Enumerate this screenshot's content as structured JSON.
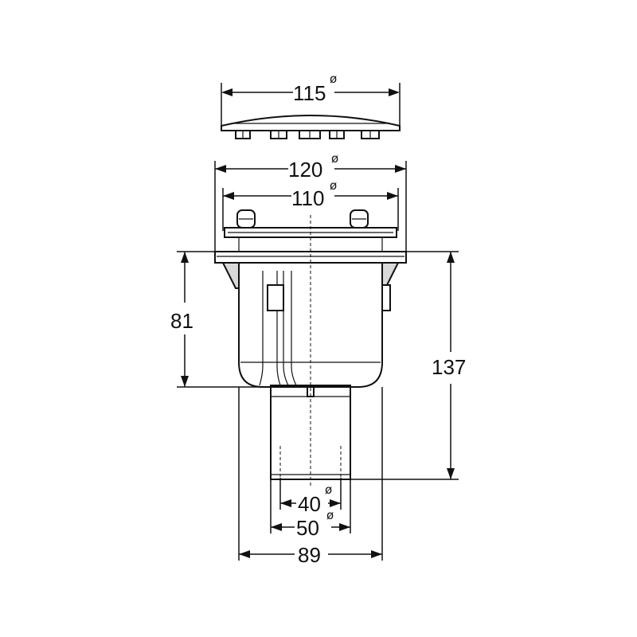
{
  "dimensions": {
    "cover_diameter": "115",
    "flange_outer_diameter": "120",
    "flange_inner_diameter": "110",
    "body_height": "81",
    "total_height": "137",
    "outlet_inner_diameter": "40",
    "outlet_outer_diameter": "50",
    "body_width": "89"
  },
  "symbols": {
    "diameter": "ø"
  },
  "colors": {
    "line": "#111111",
    "shade": "#d9d9d9",
    "background": "#ffffff"
  }
}
